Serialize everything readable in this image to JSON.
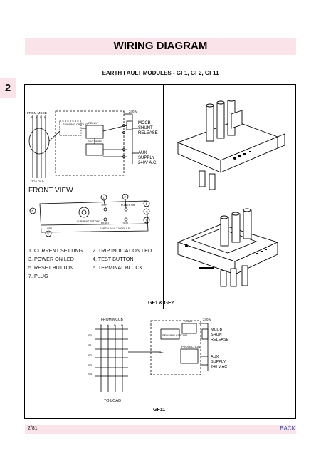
{
  "header": {
    "title": "WIRING DIAGRAM"
  },
  "side_tab": {
    "label": "2"
  },
  "subtitle": "EARTH FAULT MODULES - GF1, GF2, GF11",
  "top_diagram": {
    "from_mccb": "FROM MCCB",
    "phases": [
      "R",
      "Y",
      "B",
      "N"
    ],
    "sensing_circuit": "SENSING\nCIRCUIT",
    "relay": "RELAY",
    "rectifier": "RECTIFIER",
    "to_load": "TO LOAD",
    "voltage": "240 V",
    "mccb_shunt": [
      "MCCB",
      "SHUNT",
      "RELEASE"
    ],
    "aux_supply": [
      "AUX",
      "SUPPLY",
      "240V A.C."
    ]
  },
  "front_view": {
    "title": "FRONT VIEW",
    "labels": {
      "trip": "TRIP",
      "power_on": "POWER ON",
      "reset": "RESET",
      "test": "TEST",
      "gf1": "GF1",
      "earth_fault_module": "EARTH FAULT MODULE",
      "current_setting": "CURRENT\nSETTING"
    },
    "callouts": [
      "1",
      "2",
      "3",
      "4",
      "5",
      "6",
      "7"
    ]
  },
  "legend": [
    "1. CURRENT SETTING",
    "2. TRIP INDICATION LED",
    "3. POWER ON LED",
    "4. TEST BUTTON",
    "5. RESET BUTTON",
    "6. TERMINAL BLOCK",
    "7. PLUG"
  ],
  "captions": {
    "gf1_gf2": "GF1 & GF2",
    "gf11": "GF11"
  },
  "bottom_diagram": {
    "from_mccb": "FROM MCCB",
    "phases": [
      "R",
      "Y",
      "B",
      "N"
    ],
    "relay": "RELAY",
    "sensing": "SENSING\nCIRCUIT",
    "ct": "CT Sen",
    "protection": "PROTECTION",
    "voltage": "240 V",
    "mccb_shunt": [
      "MCCB",
      "SHUNT",
      "RELEASE"
    ],
    "aux_supply": [
      "AUX",
      "SUPPLY",
      "240 V AC"
    ],
    "to_load": "TO LOAD",
    "terminals": [
      "S0",
      "S1",
      "S2",
      "S3",
      "S4"
    ]
  },
  "footer": {
    "page": "2/81",
    "back": "BACK"
  },
  "colors": {
    "band": "#fbe3ea",
    "link": "#2b4fb0"
  }
}
